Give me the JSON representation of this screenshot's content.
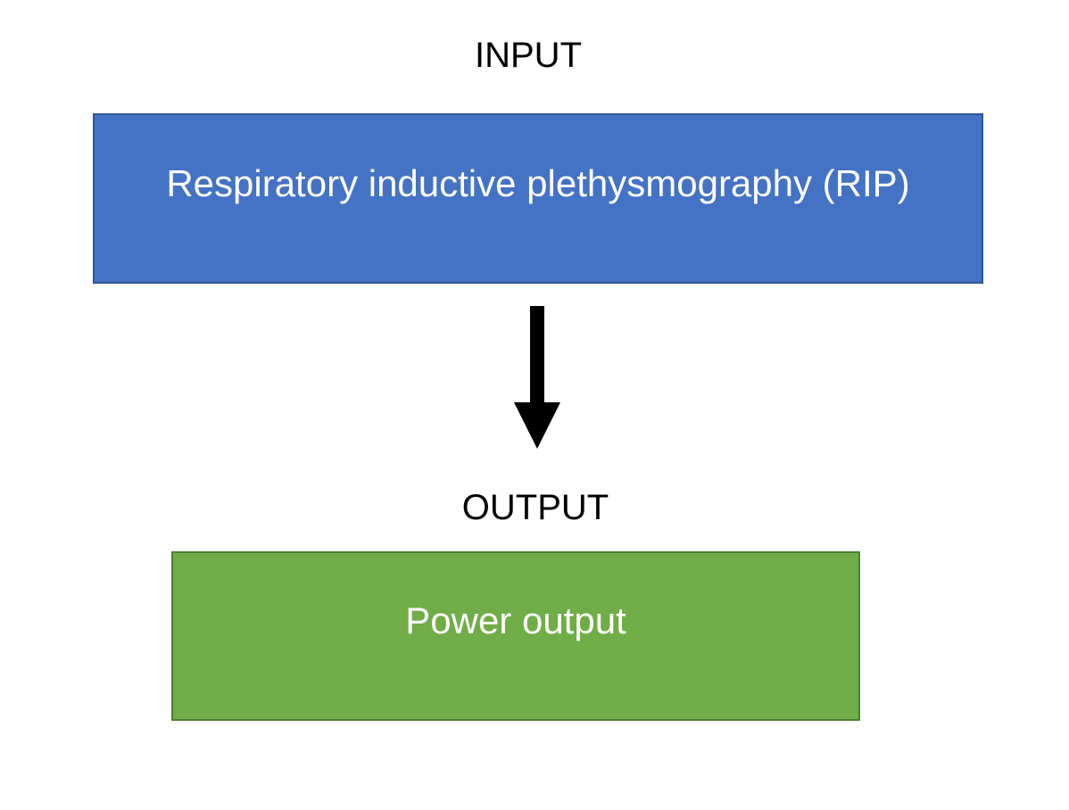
{
  "input": {
    "heading": "INPUT",
    "box_text": "Respiratory inductive plethysmography (RIP)",
    "color": "#4472c4"
  },
  "output": {
    "heading": "OUTPUT",
    "box_text": "Power output",
    "color": "#70ad47"
  },
  "arrow": {
    "icon": "down-arrow-icon",
    "color": "#000000"
  }
}
